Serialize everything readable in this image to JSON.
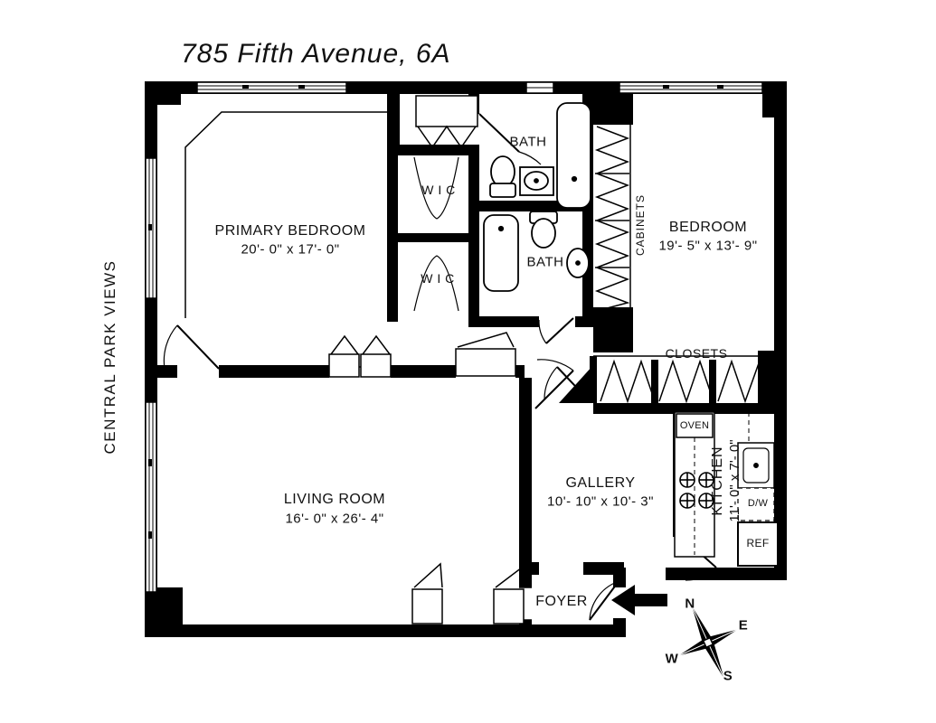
{
  "page": {
    "background": "#ffffff",
    "wall_color": "#000000",
    "line_color": "#111111"
  },
  "title": "785 Fifth Avenue, 6A",
  "side_note": "CENTRAL PARK VIEWS",
  "rooms": {
    "primary_bedroom": {
      "name": "PRIMARY BEDROOM",
      "dims": "20'- 0\" x 17'- 0\""
    },
    "bedroom": {
      "name": "BEDROOM",
      "dims": "19'- 5\" x 13'- 9\""
    },
    "living_room": {
      "name": "LIVING ROOM",
      "dims": "16'- 0\" x 26'- 4\""
    },
    "gallery": {
      "name": "GALLERY",
      "dims": "10'- 10\" x 10'- 3\""
    },
    "kitchen": {
      "name": "KITCHEN",
      "dims": "11'- 0\" x 7'- 0\""
    },
    "foyer": {
      "name": "FOYER"
    },
    "bath_top": {
      "name": "BATH"
    },
    "bath_bottom": {
      "name": "BATH"
    },
    "wic_top": {
      "name": "W I C"
    },
    "wic_bottom": {
      "name": "W I C"
    },
    "cabinets": {
      "name": "CABINETS"
    },
    "closets": {
      "name": "CLOSETS"
    }
  },
  "appliances": {
    "oven": "OVEN",
    "dishwasher": "D/W",
    "refrigerator": "REF"
  },
  "compass": {
    "n": "N",
    "e": "E",
    "s": "S",
    "w": "W"
  }
}
